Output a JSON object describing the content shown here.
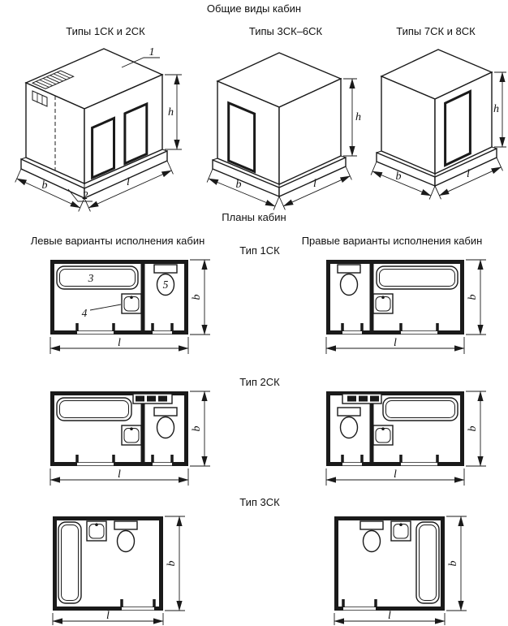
{
  "titles": {
    "general_views": "Общие виды кабин",
    "plans": "Планы кабин",
    "left_variants": "Левые варианты исполнения кабин",
    "right_variants": "Правые варианты исполнения кабин"
  },
  "iso_views": {
    "view1": {
      "label": "Типы 1СК и 2СК"
    },
    "view2": {
      "label": "Типы 3СК–6СК"
    },
    "view3": {
      "label": "Типы 7СК и 8СК"
    }
  },
  "plan_types": {
    "type1": "Тип 1СК",
    "type2": "Тип 2СК",
    "type3": "Тип 3СК"
  },
  "dimensions": {
    "b": "b",
    "l": "l",
    "h": "h"
  },
  "callouts": {
    "c1": "1",
    "c2": "2",
    "c3": "3",
    "c4": "4",
    "c5": "5"
  },
  "colors": {
    "ink": "#1a1a1a",
    "paper": "#ffffff"
  }
}
